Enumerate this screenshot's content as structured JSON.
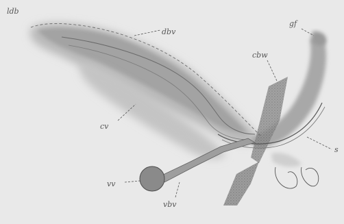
{
  "figure": {
    "corner_label": "ldb",
    "labels": {
      "dbv": "dbv",
      "gf": "gf",
      "cbw": "cbw",
      "cv": "cv",
      "s": "s",
      "vv": "vv",
      "vbv": "vbv"
    }
  }
}
